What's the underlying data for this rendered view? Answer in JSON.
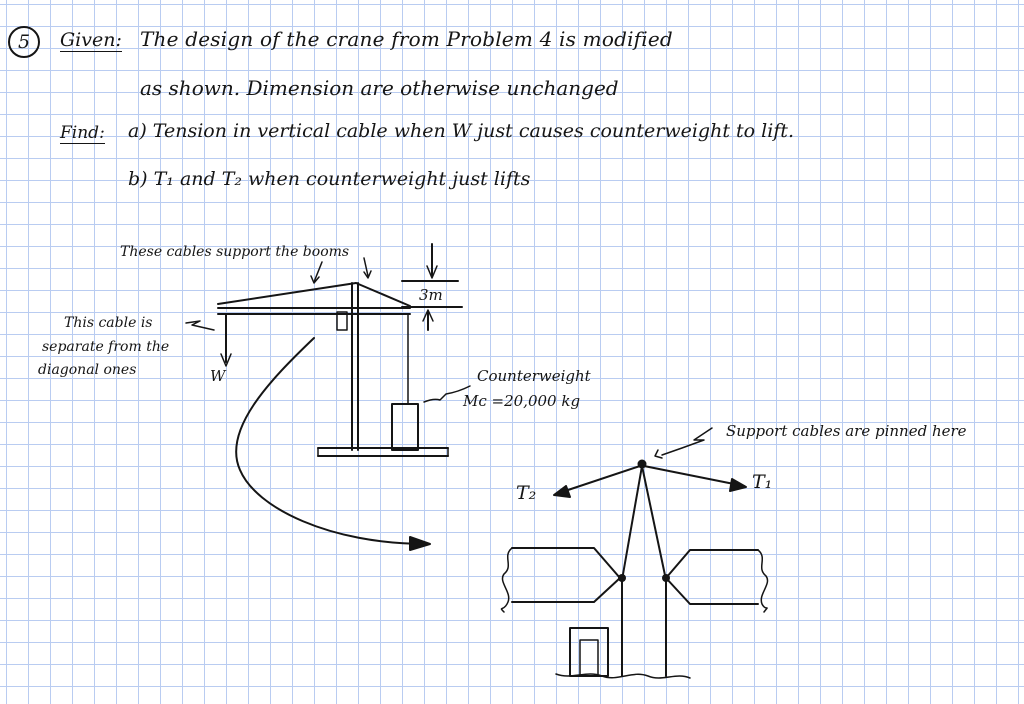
{
  "header": {
    "problem_number": "5",
    "given_label": "Given:",
    "given_line1": "The design of the crane from Problem 4 is modified",
    "given_line2": "as shown. Dimension are otherwise unchanged"
  },
  "find": {
    "label": "Find:",
    "part_a": "a)  Tension in vertical cable when W just causes counterweight to lift.",
    "part_b": "b)   T₁ and T₂  when counterweight just lifts"
  },
  "crane_sketch": {
    "booms_note": "These cables support the booms",
    "separate_cable_note": [
      "This cable is",
      "separate from the",
      "diagonal ones"
    ],
    "load_label": "W",
    "height_label": "3m",
    "counterweight_label": "Counterweight",
    "counterweight_mass": "Mᴄ =20,000 kg"
  },
  "detail_sketch": {
    "pin_note": "Support cables are pinned here",
    "t1_label": "T₁",
    "t2_label": "T₂"
  }
}
